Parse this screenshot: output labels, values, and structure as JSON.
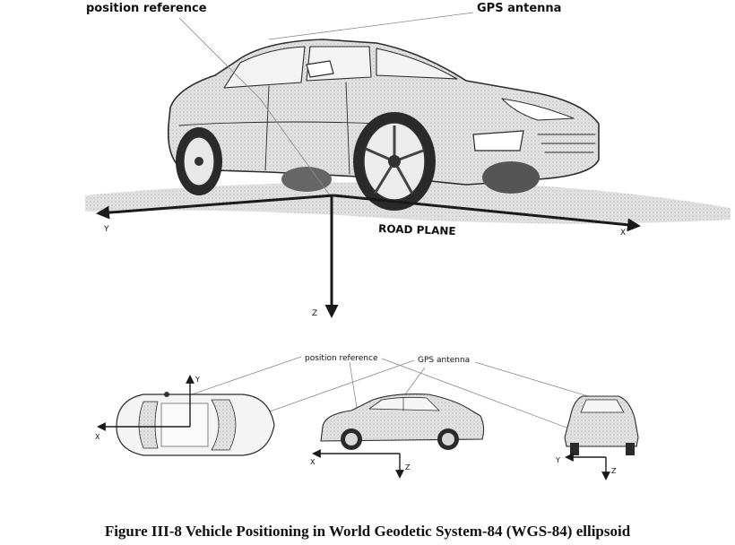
{
  "main_view": {
    "label_position_reference": "position reference",
    "label_gps_antenna": "GPS antenna",
    "label_road_plane": "ROAD PLANE",
    "axis_x": "X",
    "axis_y": "Y",
    "axis_z": "Z"
  },
  "top_view": {
    "axis_x": "X",
    "axis_y": "Y"
  },
  "side_view": {
    "label_position_reference": "position reference",
    "label_gps_antenna": "GPS antenna",
    "axis_x": "X",
    "axis_z": "Z"
  },
  "front_view": {
    "axis_y": "Y",
    "axis_z": "Z"
  },
  "caption": "Figure III-8 Vehicle Positioning in World Geodetic System-84 (WGS-84) ellipsoid",
  "colors": {
    "ink": "#1a1a1a",
    "shade": "#cfcfcf",
    "background": "#ffffff"
  }
}
